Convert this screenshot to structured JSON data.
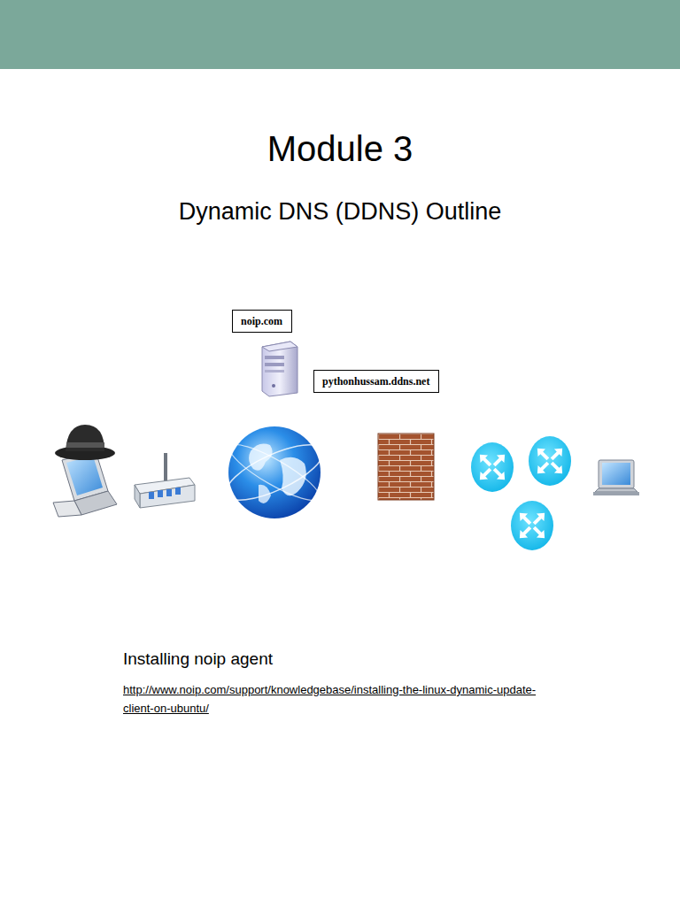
{
  "diagram": {
    "title": "Module 3",
    "nodes": [
      {
        "text": [
          "noip.com"
        ]
      },
      {
        "text": [
          "pythonhussam.ddns.net"
        ]
      }
    ],
    "labels": [
      "Dynamic DNS (DDNS) Outline",
      "Installing noip agent",
      "http://www.noip.com/support/knowledgebase/installing-the-linux-dynamic-update-client-on-ubuntu/"
    ]
  }
}
